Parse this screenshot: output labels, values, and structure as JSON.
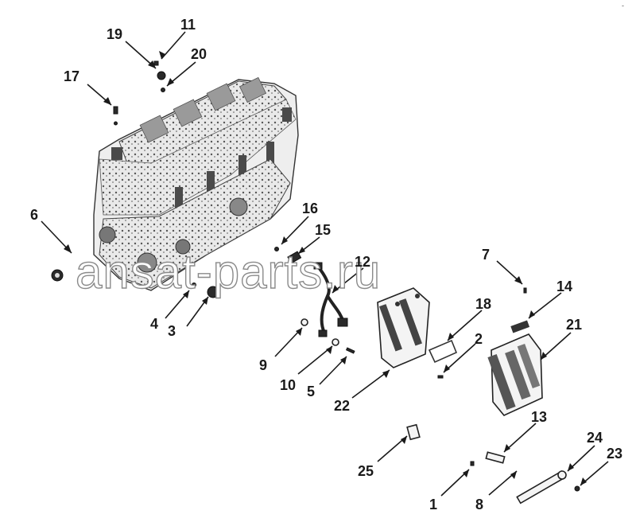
{
  "corner_mark": "-",
  "watermark": "ansat-parts.ru",
  "callouts": [
    {
      "id": "1",
      "label": "1"
    },
    {
      "id": "2",
      "label": "2"
    },
    {
      "id": "3",
      "label": "3"
    },
    {
      "id": "4",
      "label": "4"
    },
    {
      "id": "5",
      "label": "5"
    },
    {
      "id": "6",
      "label": "6"
    },
    {
      "id": "7",
      "label": "7"
    },
    {
      "id": "8",
      "label": "8"
    },
    {
      "id": "9",
      "label": "9"
    },
    {
      "id": "10",
      "label": "10"
    },
    {
      "id": "11",
      "label": "11"
    },
    {
      "id": "12",
      "label": "12"
    },
    {
      "id": "13",
      "label": "13"
    },
    {
      "id": "14",
      "label": "14"
    },
    {
      "id": "15",
      "label": "15"
    },
    {
      "id": "16",
      "label": "16"
    },
    {
      "id": "17",
      "label": "17"
    },
    {
      "id": "18",
      "label": "18"
    },
    {
      "id": "19",
      "label": "19"
    },
    {
      "id": "20",
      "label": "20"
    },
    {
      "id": "21",
      "label": "21"
    },
    {
      "id": "22",
      "label": "22"
    },
    {
      "id": "23",
      "label": "23"
    },
    {
      "id": "24",
      "label": "24"
    },
    {
      "id": "25",
      "label": "25"
    }
  ]
}
